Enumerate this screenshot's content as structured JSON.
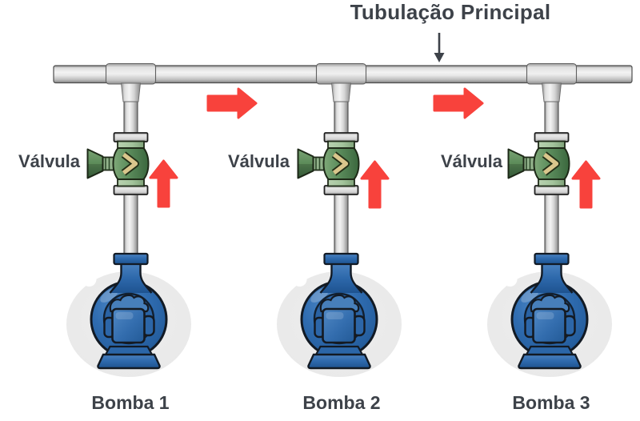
{
  "pipeline": {
    "label": "Tubulação Principal",
    "pointer_icon": "down-arrow"
  },
  "valves": [
    {
      "label": "Válvula"
    },
    {
      "label": "Válvula"
    },
    {
      "label": "Válvula"
    }
  ],
  "pumps": [
    {
      "label": "Bomba 1"
    },
    {
      "label": "Bomba 2"
    },
    {
      "label": "Bomba 3"
    }
  ],
  "flow_arrows": {
    "main_pipe_direction": "right",
    "branch_direction": "up",
    "right_arrow_count": 2,
    "up_arrow_count": 3,
    "icon_right": "right-arrow",
    "icon_up": "up-arrow",
    "color": "#f8423c"
  },
  "colors": {
    "background": "#ffffff",
    "arrow_red": "#f8423c",
    "pipe_gray": "#d9d9d9",
    "valve_green": "#5e8f5e",
    "valve_collar_green": "#a3c49c",
    "valve_chevron_tan": "#d9c68c",
    "pump_blue": "#2d68ab",
    "pump_blue_dark": "#1a4b82",
    "pump_halo_gray": "#e9e9e9",
    "text": "#3d4249"
  }
}
